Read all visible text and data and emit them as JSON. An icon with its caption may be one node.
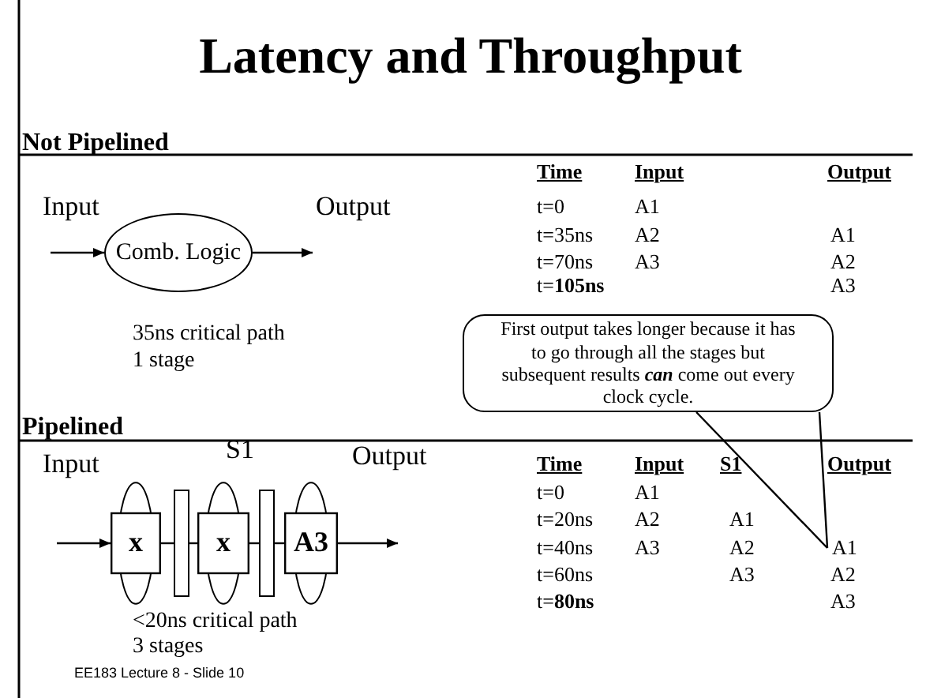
{
  "diagram": {
    "title": "Latency and Throughput",
    "nodes": [
      {
        "text": [
          "Comb. Logic"
        ]
      },
      {
        "text": [
          "x"
        ]
      },
      {
        "text": [],
        "shape": "bar"
      },
      {
        "text": [
          "x"
        ]
      },
      {
        "text": [],
        "shape": "bar"
      },
      {
        "text": [
          "A3"
        ]
      },
      {
        "text": [
          "First output takes longer because it has to go through all the stages but subsequent results **can** come out every clock cycle."
        ]
      },
      {
        "text": [
          "A1"
        ]
      }
    ],
    "edges": [
      {
        "from": null,
        "to": 0,
        "arrow": "to"
      },
      {
        "from": 0,
        "to": null,
        "arrow": "to"
      },
      {
        "from": null,
        "to": 1,
        "arrow": "to"
      },
      {
        "from": 1,
        "to": 2,
        "arrow": "none"
      },
      {
        "from": 2,
        "to": 3,
        "arrow": "none"
      },
      {
        "from": 3,
        "to": 4,
        "arrow": "none"
      },
      {
        "from": 4,
        "to": 5,
        "arrow": "none"
      },
      {
        "from": 5,
        "to": null,
        "arrow": "to"
      },
      {
        "from": 6,
        "to": 7,
        "arrow": "none"
      }
    ],
    "labels": [
      "Not Pipelined",
      "Input",
      "Output",
      "35ns critical path",
      "1 stage",
      "Time",
      "Input",
      "Output",
      "t=0",
      "A1",
      "t=35ns",
      "A2",
      "A1",
      "t=70ns",
      "A3",
      "A2",
      "t=**105ns**",
      "A3",
      "Pipelined",
      "Input",
      "S1",
      "Output",
      "<20ns critical path",
      "3 stages",
      "Time",
      "Input",
      "S1",
      "Output",
      "t=0",
      "A1",
      "t=20ns",
      "A2",
      "A1",
      "t=40ns",
      "A3",
      "A2",
      "t=60ns",
      "A3",
      "A2",
      "t=**80ns**",
      "A3",
      "EE183 Lecture 8 - Slide 10"
    ]
  }
}
